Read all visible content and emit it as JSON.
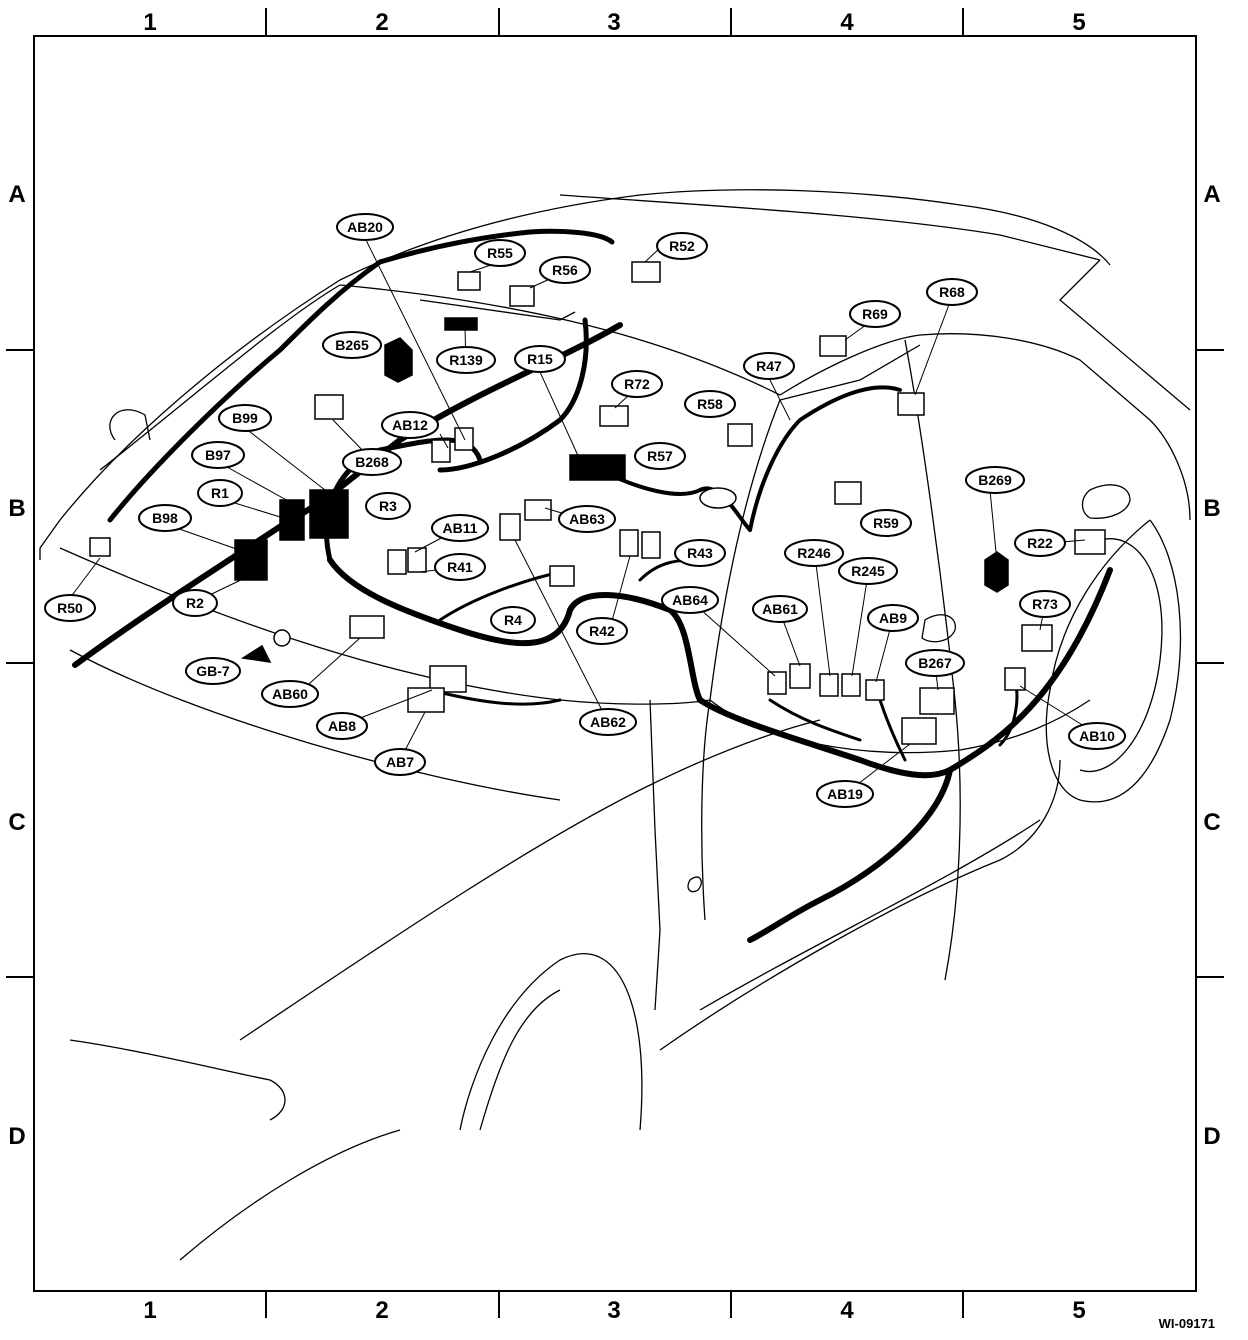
{
  "figure_id": "WI-09171",
  "grid": {
    "columns": [
      "1",
      "2",
      "3",
      "4",
      "5"
    ],
    "rows": [
      "A",
      "B",
      "C",
      "D"
    ]
  },
  "callouts": [
    {
      "id": "ab20",
      "label": "AB20"
    },
    {
      "id": "r55",
      "label": "R55"
    },
    {
      "id": "r52",
      "label": "R52"
    },
    {
      "id": "r56",
      "label": "R56"
    },
    {
      "id": "b265",
      "label": "B265"
    },
    {
      "id": "r139",
      "label": "R139"
    },
    {
      "id": "r15",
      "label": "R15"
    },
    {
      "id": "r72",
      "label": "R72"
    },
    {
      "id": "r47",
      "label": "R47"
    },
    {
      "id": "r69",
      "label": "R69"
    },
    {
      "id": "r68",
      "label": "R68"
    },
    {
      "id": "b99",
      "label": "B99"
    },
    {
      "id": "ab12",
      "label": "AB12"
    },
    {
      "id": "r58",
      "label": "R58"
    },
    {
      "id": "b97",
      "label": "B97"
    },
    {
      "id": "b268",
      "label": "B268"
    },
    {
      "id": "r57",
      "label": "R57"
    },
    {
      "id": "r1",
      "label": "R1"
    },
    {
      "id": "r3",
      "label": "R3"
    },
    {
      "id": "b269",
      "label": "B269"
    },
    {
      "id": "b98",
      "label": "B98"
    },
    {
      "id": "ab11",
      "label": "AB11"
    },
    {
      "id": "ab63",
      "label": "AB63"
    },
    {
      "id": "r59",
      "label": "R59"
    },
    {
      "id": "r22",
      "label": "R22"
    },
    {
      "id": "r50",
      "label": "R50"
    },
    {
      "id": "r2",
      "label": "R2"
    },
    {
      "id": "r41",
      "label": "R41"
    },
    {
      "id": "r43",
      "label": "R43"
    },
    {
      "id": "r246",
      "label": "R246"
    },
    {
      "id": "r245",
      "label": "R245"
    },
    {
      "id": "r73",
      "label": "R73"
    },
    {
      "id": "r4",
      "label": "R4"
    },
    {
      "id": "r42",
      "label": "R42"
    },
    {
      "id": "ab64",
      "label": "AB64"
    },
    {
      "id": "ab61",
      "label": "AB61"
    },
    {
      "id": "ab9",
      "label": "AB9"
    },
    {
      "id": "gb7",
      "label": "GB-7"
    },
    {
      "id": "ab60",
      "label": "AB60"
    },
    {
      "id": "b267",
      "label": "B267"
    },
    {
      "id": "ab8",
      "label": "AB8"
    },
    {
      "id": "ab62",
      "label": "AB62"
    },
    {
      "id": "ab10",
      "label": "AB10"
    },
    {
      "id": "ab7",
      "label": "AB7"
    },
    {
      "id": "ab19",
      "label": "AB19"
    }
  ]
}
